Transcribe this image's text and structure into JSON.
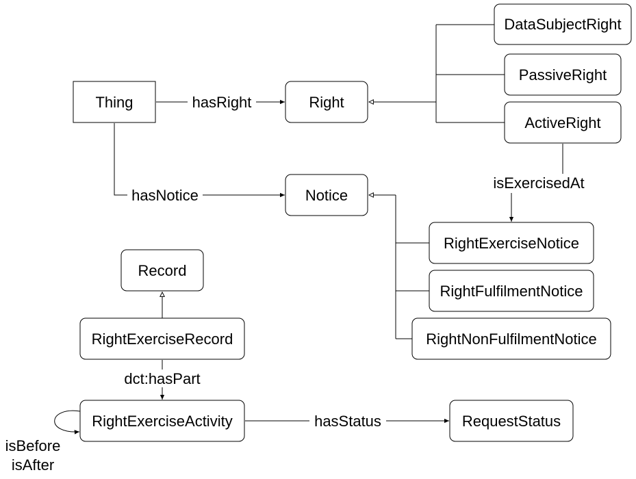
{
  "nodes": {
    "thing": "Thing",
    "right": "Right",
    "data_subject_right": "DataSubjectRight",
    "passive_right": "PassiveRight",
    "active_right": "ActiveRight",
    "notice": "Notice",
    "right_exercise_notice": "RightExerciseNotice",
    "right_fulfilment_notice": "RightFulfilmentNotice",
    "right_non_fulfilment_notice": "RightNonFulfilmentNotice",
    "record": "Record",
    "right_exercise_record": "RightExerciseRecord",
    "right_exercise_activity": "RightExerciseActivity",
    "request_status": "RequestStatus"
  },
  "edges": {
    "has_right": "hasRight",
    "has_notice": "hasNotice",
    "is_exercised_at": "isExercisedAt",
    "dct_has_part": "dct:hasPart",
    "has_status": "hasStatus",
    "is_before": "isBefore",
    "is_after": "isAfter"
  }
}
